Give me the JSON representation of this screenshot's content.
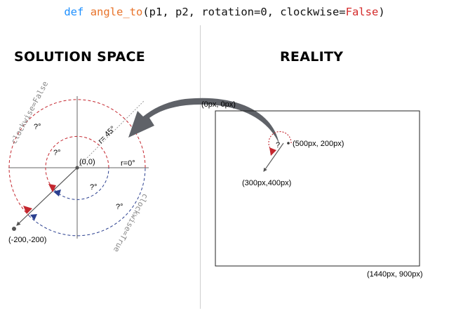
{
  "signature": {
    "keyword": "def",
    "function_name": "angle_to",
    "params_before_default": "(p1, p2, rotation=0, clockwise=",
    "default_value": "False",
    "closing": ")"
  },
  "solution_space": {
    "title": "SOLUTION SPACE",
    "origin_label": "(0,0)",
    "point_label": "(-200,-200)",
    "r_zero_label": "r=0°",
    "r_45_label": "r= 45°",
    "unknown_angle_outer": "?°",
    "unknown_angle_inner": "?°",
    "unknown_angle_inner_bottom": "?°",
    "unknown_angle_outer_bottom": "?°",
    "clockwise_false_label": "clockwise=False",
    "clockwise_true_label": "clockwise=True"
  },
  "reality": {
    "title": "REALITY",
    "top_left_label": "(0px, 0px)",
    "bottom_right_label": "(1440px, 900px)",
    "p1_label": "(300px,400px)",
    "p2_label": "(500px, 200px)",
    "unknown_angle": "?"
  },
  "colors": {
    "red": "#c4262e",
    "blue": "#2a3f8f",
    "axis": "#666666",
    "arrow": "#5f6268"
  }
}
